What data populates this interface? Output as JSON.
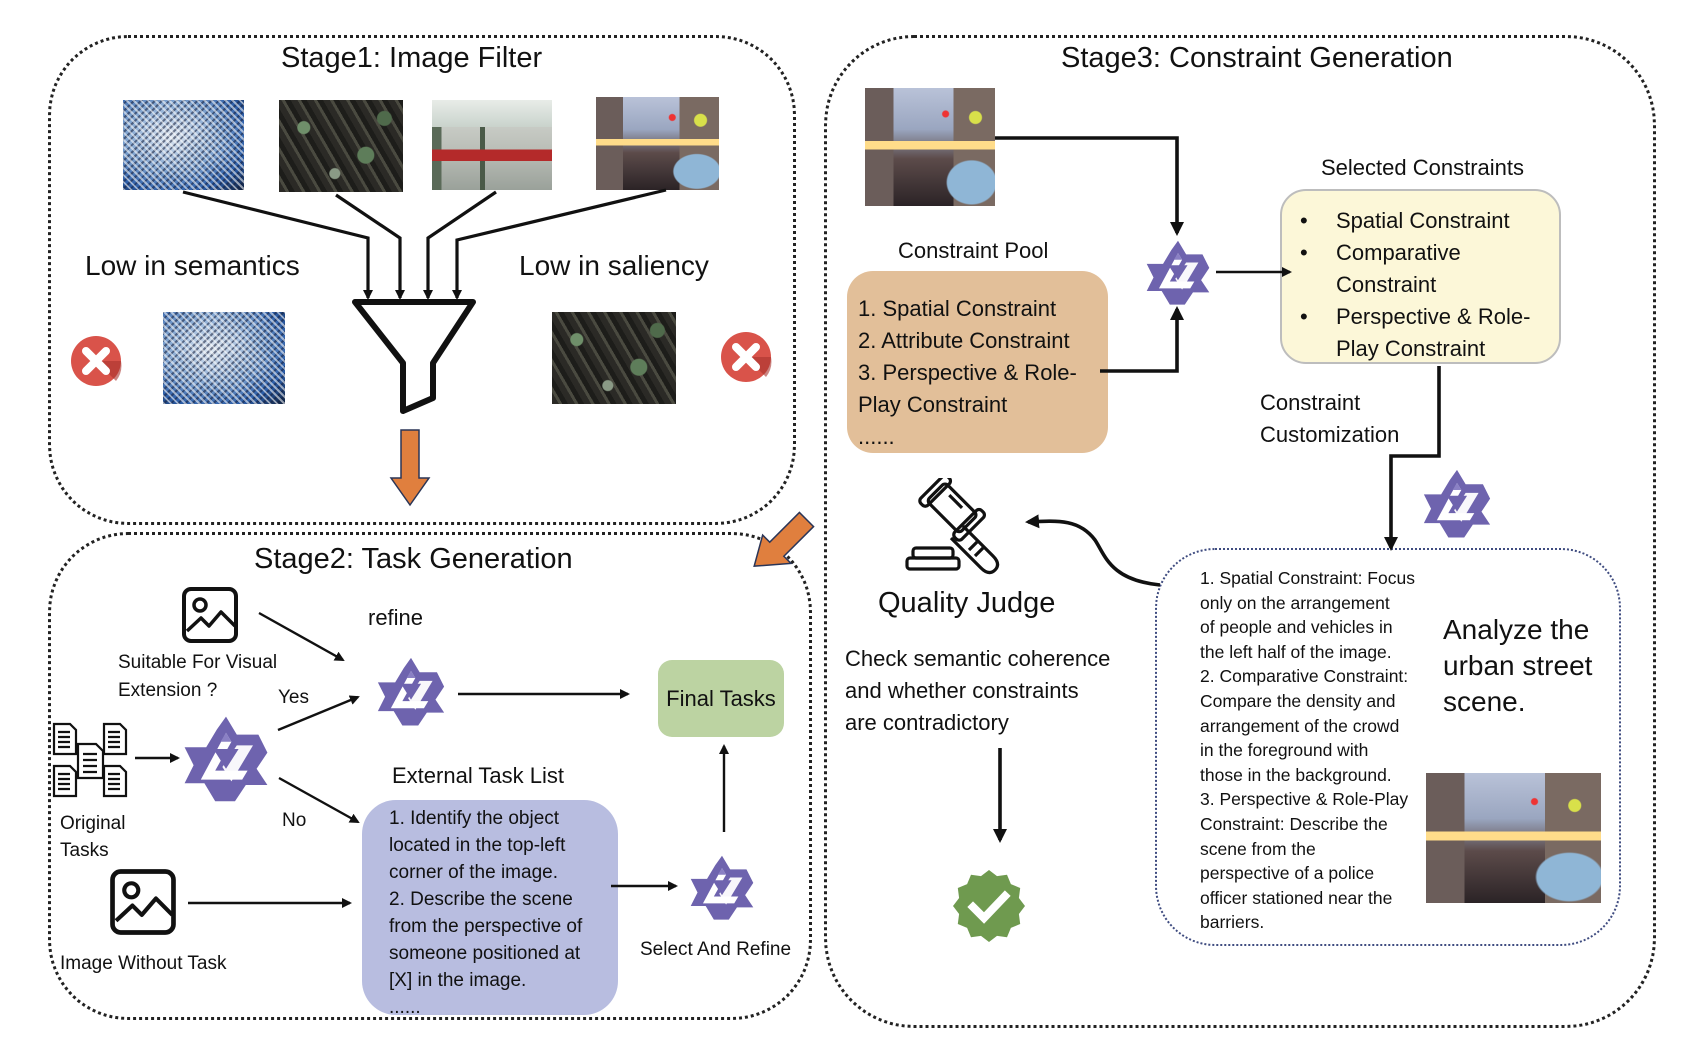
{
  "stage1": {
    "title": "Stage1: Image Filter",
    "low_semantics": "Low in semantics",
    "low_saliency": "Low in saliency",
    "input_images": [
      "checkerboard-sky-photo",
      "leaves-photo",
      "station-photo",
      "street-photo"
    ],
    "rejected_images": [
      "checkerboard-sky-photo",
      "leaves-photo"
    ]
  },
  "stage2": {
    "title": "Stage2: Task Generation",
    "refine": "refine",
    "suitable_line1": "Suitable For Visual",
    "suitable_line2": "Extension ?",
    "yes": "Yes",
    "no": "No",
    "original_line1": "Original",
    "original_line2": "Tasks",
    "image_without_task": "Image Without Task",
    "external_task_list_title": "External Task List",
    "external_task_list": [
      "1. Identify the object",
      "located in the top-left",
      "corner of the image.",
      "2. Describe the scene",
      "from the perspective of",
      "someone positioned at",
      "[X] in the image.",
      "......"
    ],
    "final_tasks": "Final Tasks",
    "select_and_refine": "Select And Refine"
  },
  "stage3": {
    "title": "Stage3: Constraint Generation",
    "constraint_pool_title": "Constraint Pool",
    "constraint_pool": [
      "1. Spatial Constraint",
      "2. Attribute Constraint",
      "3. Perspective & Role-",
      "Play Constraint",
      "......"
    ],
    "selected_title": "Selected Constraints",
    "selected": [
      {
        "bullet": "•",
        "text": "Spatial Constraint"
      },
      {
        "bullet": "•",
        "text": "Comparative"
      },
      {
        "bullet": "",
        "text": "Constraint"
      },
      {
        "bullet": "•",
        "text": "Perspective & Role-"
      },
      {
        "bullet": "",
        "text": "Play Constraint"
      }
    ],
    "customization_line1": "Constraint",
    "customization_line2": "Customization",
    "quality_judge": "Quality Judge",
    "judge_desc": [
      "Check semantic coherence",
      "and whether constraints",
      "are contradictory"
    ],
    "custom_constraints": [
      "1. Spatial Constraint: Focus",
      "only on the arrangement",
      "of people and vehicles in",
      "the left half of the image.",
      "2. Comparative Constraint:",
      "Compare the density and",
      "arrangement of the crowd",
      "in the foreground with",
      "those in the background.",
      "3. Perspective & Role-Play",
      "Constraint: Describe the",
      "scene from the",
      "perspective of a police",
      "officer stationed near the",
      "barriers."
    ],
    "analyze_text": [
      "Analyze the",
      "urban street",
      "scene."
    ]
  },
  "colors": {
    "qwen_purple": "#6e63ae",
    "flow_orange": "#e07f3e",
    "reject_red": "#d9534a",
    "pass_green": "#6f9a4f",
    "external_list_bg": "#b8bde0",
    "final_tasks_bg": "#bcd3a2",
    "pool_bg": "#e2bf99",
    "selected_bg": "#fcf7d8"
  }
}
